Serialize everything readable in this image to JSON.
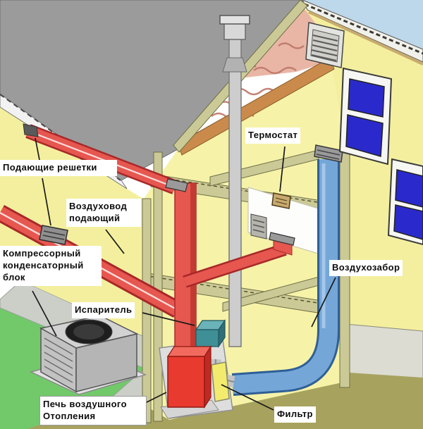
{
  "diagram": {
    "type": "house-hvac-cutaway",
    "labels": {
      "supply_grilles": {
        "text": "Подающие решетки"
      },
      "supply_duct": {
        "text": "Воздуховод подающий"
      },
      "compressor_unit": {
        "text": "Компрессорный конденсаторный блок"
      },
      "evaporator": {
        "text": "Испаритель"
      },
      "thermostat": {
        "text": "Термостат"
      },
      "air_intake": {
        "text": "Воздухозабор"
      },
      "furnace": {
        "text": "Печь воздушного Отопления"
      },
      "filter": {
        "text": "Фильтр"
      }
    },
    "colors": {
      "sky": "#BDD7EB",
      "roof_gray": "#9B9B9B",
      "fascia_white": "#F2F2F2",
      "wall_yellow": "#F3EF9E",
      "interior_yellow": "#F6F2A8",
      "duct_red": "#E65750",
      "duct_red_edge": "#A82828",
      "furnace_red": "#E93A30",
      "return_duct_blue": "#74A6D8",
      "return_duct_blue_edge": "#2F5F96",
      "evaporator_teal": "#3F8F96",
      "framing_olive": "#CBCA96",
      "ground_olive": "#A7A35F",
      "grass_green": "#71C96A",
      "path_gray": "#CBCFC8",
      "insulation_pink": "#E9B6A6",
      "attic_floor_orange": "#C98A4B",
      "window_blue": "#2A2ACC",
      "metal_gray": "#C9C9C9"
    }
  }
}
